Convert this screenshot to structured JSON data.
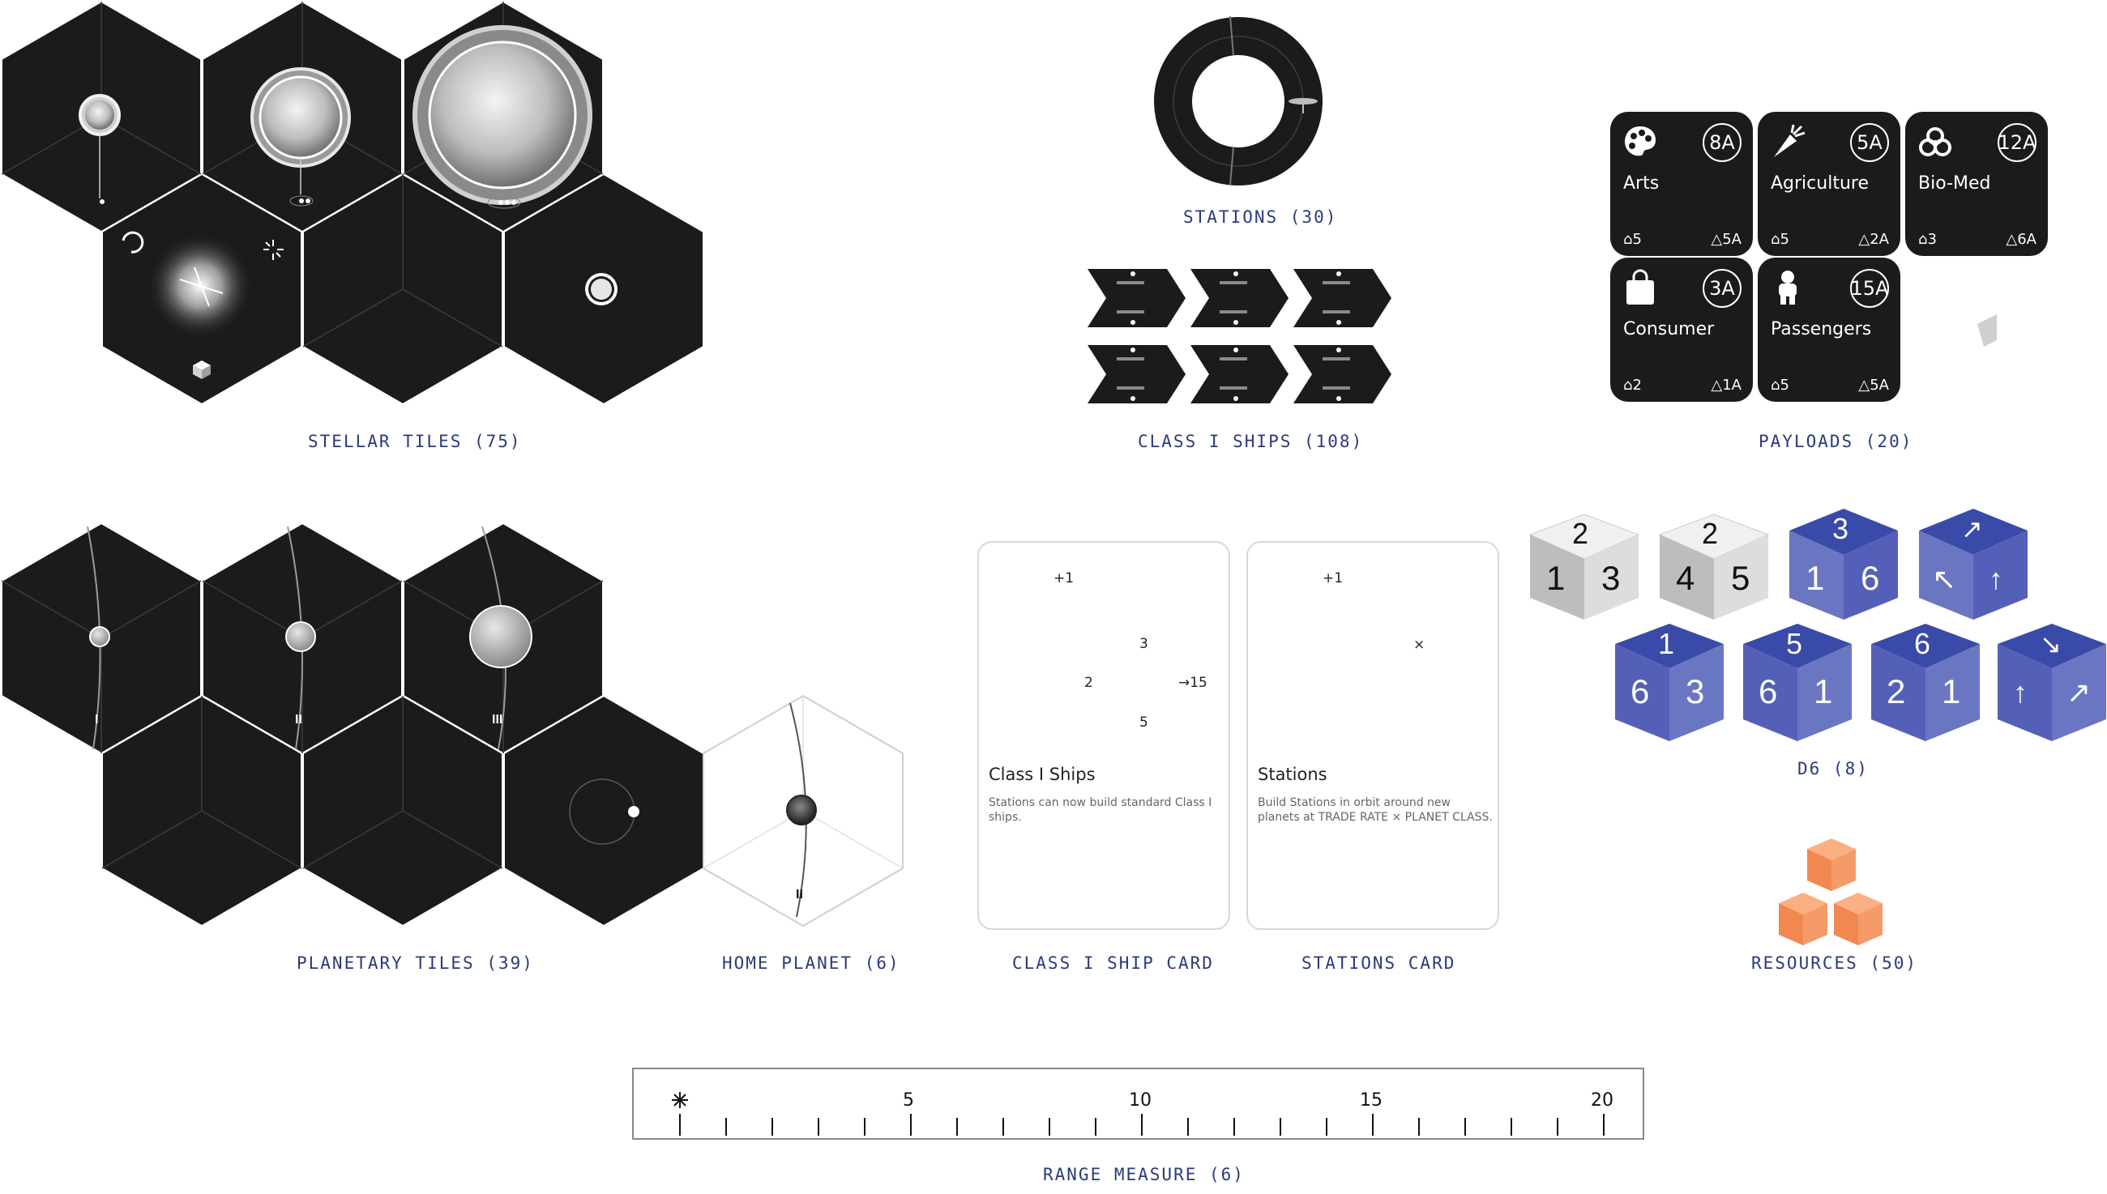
{
  "captions": {
    "stellar_tiles": "STELLAR TILES (75)",
    "stations": "STATIONS (30)",
    "class_i_ships": "CLASS I SHIPS (108)",
    "payloads": "PAYLOADS (20)",
    "planetary_tiles": "PLANETARY TILES (39)",
    "home_planet": "HOME PLANET (6)",
    "class_i_ship_card": "CLASS I SHIP CARD",
    "stations_card": "STATIONS CARD",
    "d6": "D6 (8)",
    "resources": "RESOURCES (50)",
    "range_measure": "RANGE MEASURE (6)"
  },
  "payloads": [
    {
      "name": "Arts",
      "amount": "8A",
      "left": "5",
      "right": "5A",
      "icon": "palette-icon"
    },
    {
      "name": "Agriculture",
      "amount": "5A",
      "left": "5",
      "right": "2A",
      "icon": "carrot-icon"
    },
    {
      "name": "Bio-Med",
      "amount": "12A",
      "left": "3",
      "right": "6A",
      "icon": "biohazard-icon"
    },
    {
      "name": "Consumer",
      "amount": "3A",
      "left": "2",
      "right": "1A",
      "icon": "shopping-bag-icon"
    },
    {
      "name": "Passengers",
      "amount": "15A",
      "left": "5",
      "right": "5A",
      "icon": "astronaut-icon"
    }
  ],
  "ship_card": {
    "title": "Class I Ships",
    "description": "Stations can now build standard Class I ships.",
    "plus": "+1",
    "num_3": "3",
    "num_2": "2",
    "num_15": "→15",
    "num_5": "5"
  },
  "stations_card": {
    "title": "Stations",
    "description": "Build Stations in orbit around new planets at TRADE RATE × PLANET CLASS.",
    "plus": "+1",
    "times": "×"
  },
  "planet_classes": [
    "I",
    "II",
    "III"
  ],
  "dice": [
    {
      "top": "2",
      "left": "1",
      "right": "3",
      "style": "white"
    },
    {
      "top": "2",
      "left": "4",
      "right": "5",
      "style": "white"
    },
    {
      "top": "3",
      "left": "1",
      "right": "6",
      "style": "blue"
    },
    {
      "top": "↗",
      "left": "↖",
      "right": "↑",
      "style": "blue"
    },
    {
      "top": "1",
      "left": "6",
      "right": "3",
      "style": "blue"
    },
    {
      "top": "5",
      "left": "6",
      "right": "1",
      "style": "blue"
    },
    {
      "top": "6",
      "left": "2",
      "right": "1",
      "style": "blue"
    },
    {
      "top": "↘",
      "left": "↑",
      "right": "↗",
      "style": "blue"
    }
  ],
  "ruler": {
    "ticks": [
      "5",
      "10",
      "15",
      "20"
    ]
  },
  "colors": {
    "caption": "#2b3a7a",
    "tile": "#1b1b1b",
    "die_blue": "#3a4aa8",
    "resource": "#f08850"
  }
}
